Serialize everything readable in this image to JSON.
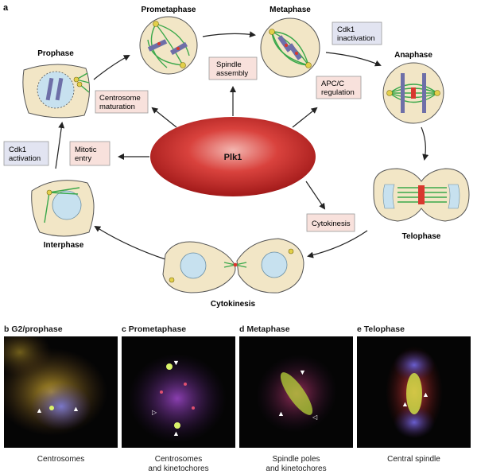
{
  "top_panel": {
    "letter": "a",
    "center_label": "Plk1",
    "stages": {
      "prometaphase": "Prometaphase",
      "metaphase": "Metaphase",
      "anaphase": "Anaphase",
      "telophase": "Telophase",
      "cytokinesis": "Cytokinesis",
      "interphase": "Interphase",
      "prophase": "Prophase"
    },
    "boxes": {
      "spindle_assembly": [
        "Spindle",
        "assembly"
      ],
      "cdk1_inactivation": [
        "Cdk1",
        "inactivation"
      ],
      "apc_c_regulation": [
        "APC/C",
        "regulation"
      ],
      "centrosome_maturation": [
        "Centrosome",
        "maturation"
      ],
      "mitotic_entry": [
        "Mitotic",
        "entry"
      ],
      "cdk1_activation": [
        "Cdk1",
        "activation"
      ],
      "cytokinesis": [
        "Cytokinesis"
      ]
    }
  },
  "micrographs": [
    {
      "letter": "b",
      "title": "G2/prophase",
      "caption": [
        "Centrosomes"
      ]
    },
    {
      "letter": "c",
      "title": "Prometaphase",
      "caption": [
        "Centrosomes",
        "and kinetochores"
      ]
    },
    {
      "letter": "d",
      "title": "Metaphase",
      "caption": [
        "Spindle poles",
        "and kinetochores"
      ]
    },
    {
      "letter": "e",
      "title": "Telophase",
      "caption": [
        "Central spindle"
      ]
    }
  ],
  "colors": {
    "cell_fill": "#f2e6c6",
    "box_blue": "#e2e4f1",
    "box_pink": "#f8e1dc",
    "plk1_red": "#c62d2d",
    "spindle_green": "#3aa84a",
    "nucleus_blue": "#c7e1ef"
  }
}
